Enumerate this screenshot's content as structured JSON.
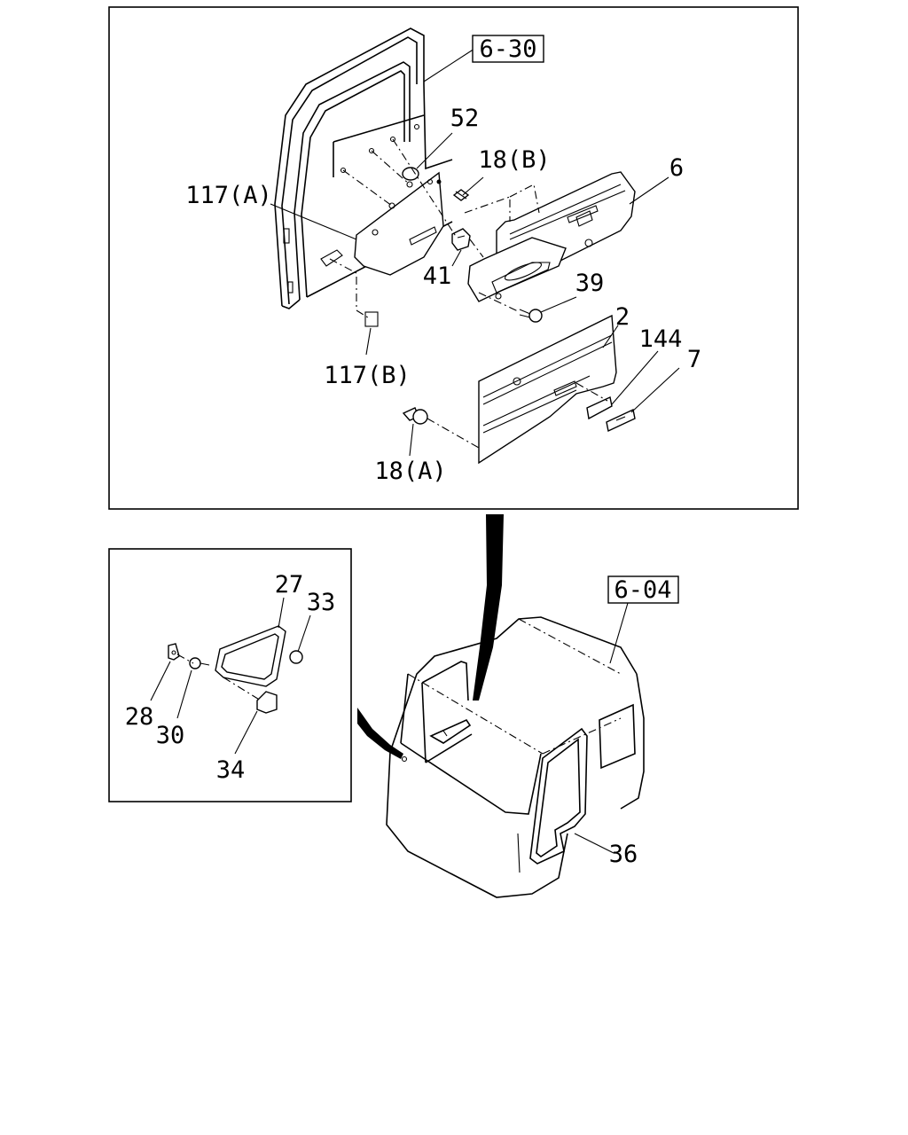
{
  "diagram": {
    "reference_boxes": [
      "6-30",
      "6-04"
    ],
    "part_labels": {
      "p52": "52",
      "p18b": "18(B)",
      "p6": "6",
      "p117a": "117(A)",
      "p41": "41",
      "p39": "39",
      "p2": "2",
      "p144": "144",
      "p7": "7",
      "p117b": "117(B)",
      "p18a": "18(A)",
      "p27": "27",
      "p33": "33",
      "p28": "28",
      "p30": "30",
      "p34": "34",
      "p36": "36"
    }
  }
}
